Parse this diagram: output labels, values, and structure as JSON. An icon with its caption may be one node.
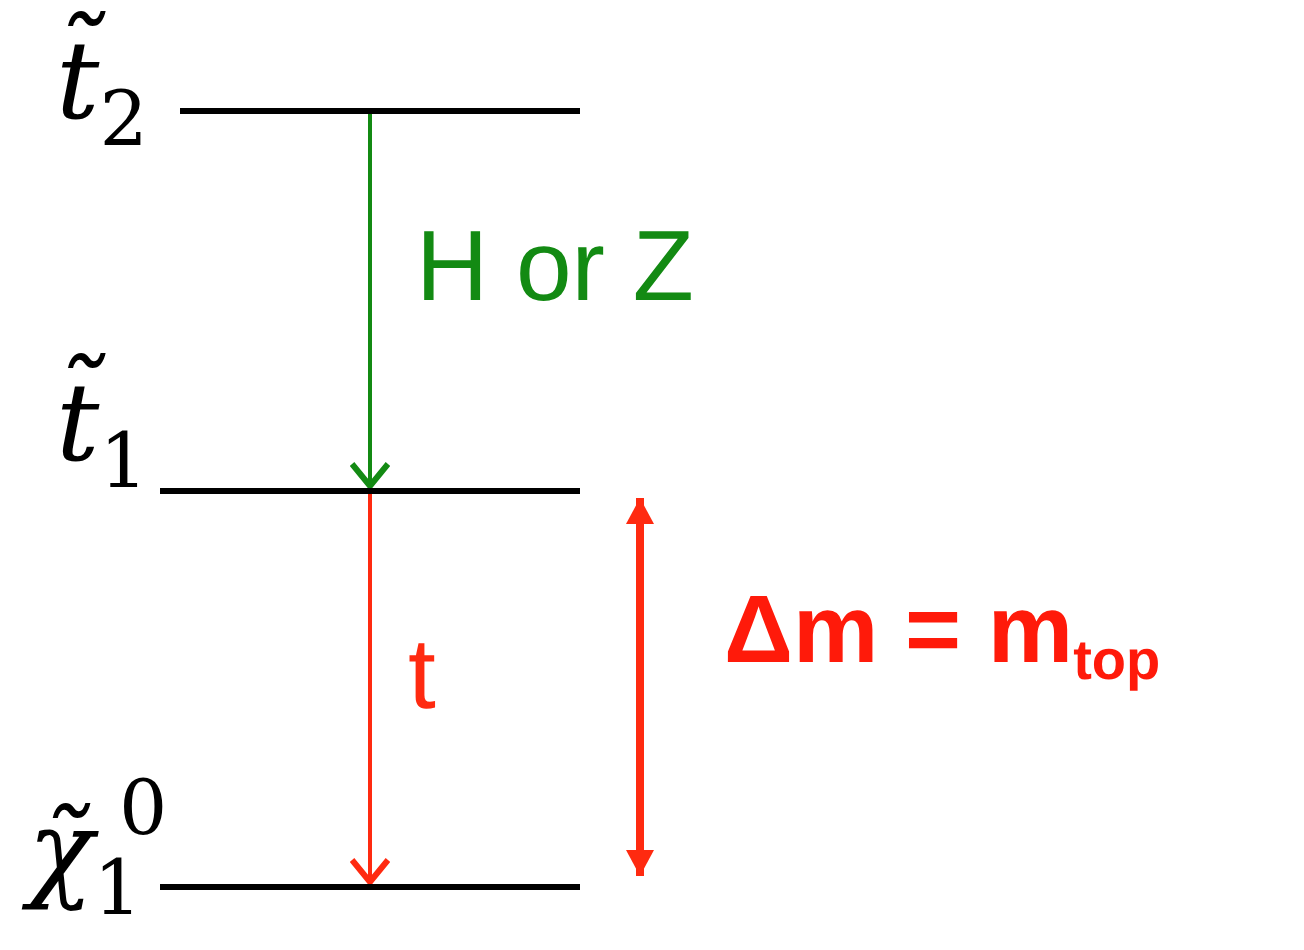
{
  "diagram": {
    "nodes": [
      {
        "text": [],
        "shape": "bar",
        "beside": [
          "t̃$_{2}$"
        ]
      },
      {
        "text": [],
        "shape": "bar",
        "beside": [
          "t̃$_{1}$"
        ]
      },
      {
        "text": [],
        "shape": "bar",
        "beside": [
          "χ̃$_{1}$$^{0}$"
        ]
      }
    ],
    "edges": [
      {
        "from": 0,
        "to": 1,
        "arrow": "to",
        "label": "H or Z",
        "color": "#138a13"
      },
      {
        "from": 1,
        "to": 2,
        "arrow": "to",
        "label": "t",
        "color": "#ff2a10"
      }
    ],
    "labels": [
      "Δm = m$_{top}$"
    ]
  }
}
